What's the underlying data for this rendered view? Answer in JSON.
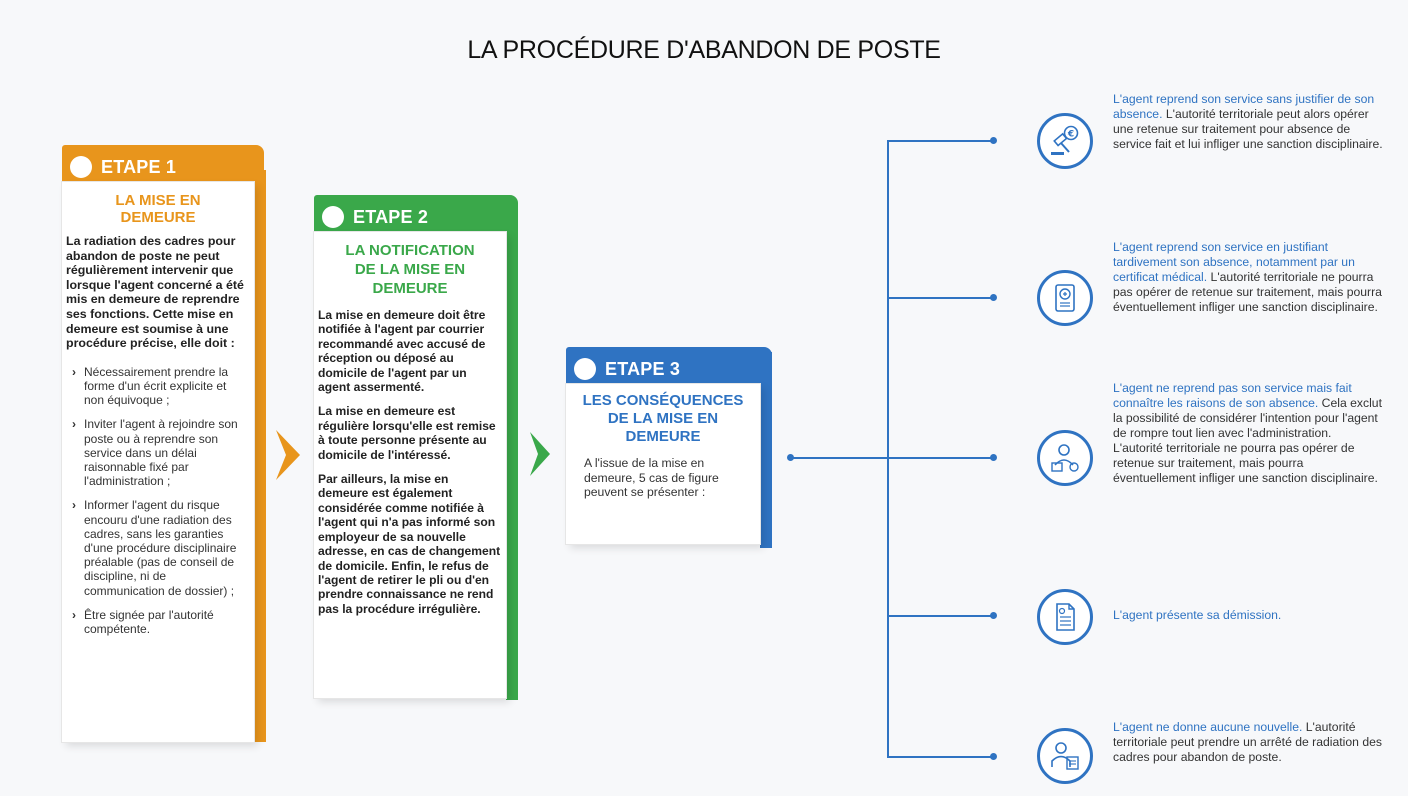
{
  "title": "LA PROCÉDURE D'ABANDON DE POSTE",
  "colors": {
    "orange": "#e8951c",
    "green": "#3aa84a",
    "blue": "#2f73c2"
  },
  "step1": {
    "tab": "ETAPE 1",
    "heading_line1": "LA MISE EN",
    "heading_line2": "DEMEURE",
    "intro": "La radiation des cadres pour abandon de poste ne peut régulièrement intervenir que lorsque l'agent concerné a été mis en demeure de reprendre ses fonctions. Cette mise en demeure est soumise à une procédure précise, elle doit :",
    "bullets": [
      "Nécessairement prendre la forme d'un écrit explicite et non équivoque ;",
      "Inviter l'agent à rejoindre son poste ou à reprendre son service dans un délai raisonnable fixé par l'administration ;",
      "Informer l'agent du risque encouru d'une radiation des cadres, sans les garanties d'une procédure disciplinaire préalable (pas de conseil de discipline, ni de communication de dossier) ;",
      "Être signée par l'autorité compétente."
    ]
  },
  "step2": {
    "tab": "ETAPE 2",
    "heading_line1": "LA NOTIFICATION",
    "heading_line2": "DE LA MISE EN",
    "heading_line3": "DEMEURE",
    "p1": "La mise en demeure doit être notifiée à l'agent par courrier recommandé avec accusé de réception ou déposé au domicile de l'agent par un agent assermenté.",
    "p2": "La mise en demeure est régulière lorsqu'elle est remise à toute personne présente au domicile de l'intéressé.",
    "p3": "Par ailleurs, la mise en demeure est également considérée comme notifiée à l'agent qui n'a pas informé son employeur de sa nouvelle adresse, en cas de changement de domicile. Enfin, le refus de l'agent de retirer  le pli ou d'en prendre connaissance ne rend pas la procédure irrégulière."
  },
  "step3": {
    "tab": "ETAPE 3",
    "heading_line1": "LES CONSÉQUENCES",
    "heading_line2": "DE LA MISE EN",
    "heading_line3": "DEMEURE",
    "text": "A l'issue de la mise en demeure, 5 cas de figure peuvent se présenter :"
  },
  "outcomes": [
    {
      "icon": "money-gavel-icon",
      "highlight": "L'agent reprend son service sans justifier de son absence.",
      "text": " L'autorité territoriale peut alors opérer une retenue sur traitement pour absence de service fait et lui infliger une sanction disciplinaire."
    },
    {
      "icon": "medical-certificate-icon",
      "highlight": "L'agent reprend son service en justifiant tardivement son absence, notamment par un certificat médical.",
      "text": " L'autorité territoriale ne pourra pas opérer de retenue sur traitement, mais pourra éventuellement infliger une sanction disciplinaire."
    },
    {
      "icon": "agent-reasons-icon",
      "highlight": "L'agent ne reprend pas son service mais fait connaître les raisons de son absence.",
      "text": " Cela exclut la possibilité de considérer l'intention pour l'agent de rompre tout lien avec l'administration. L'autorité territoriale ne pourra pas opérer de retenue sur traitement, mais pourra éventuellement infliger une sanction disciplinaire."
    },
    {
      "icon": "resignation-letter-icon",
      "highlight": "L'agent présente sa démission.",
      "text": ""
    },
    {
      "icon": "agent-no-news-icon",
      "highlight": "L'agent ne donne aucune nouvelle.",
      "text": " L'autorité territoriale peut prendre un arrêté de radiation des cadres pour abandon de poste."
    }
  ]
}
